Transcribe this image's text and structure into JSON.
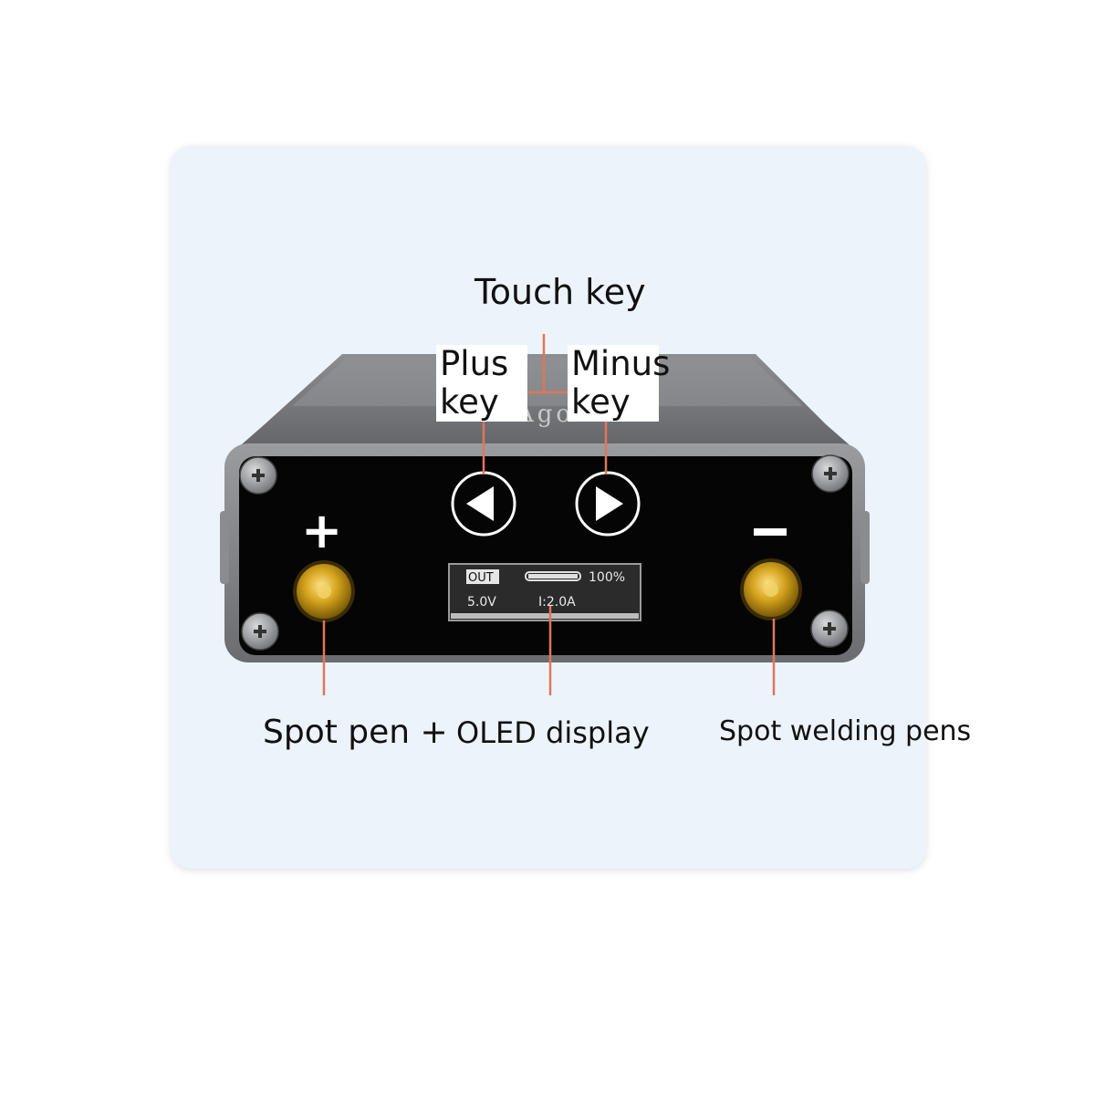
{
  "labels": {
    "touch_key": "Touch key",
    "plus_key": "Plus key",
    "minus_key": "Minus key",
    "spot_pen_plus": "Spot pen +",
    "oled_display": "OLED display",
    "spot_welding_pens": "Spot welding pens"
  },
  "device": {
    "brand": "Agok",
    "plus_symbol": "+",
    "minus_symbol": "−"
  },
  "oled": {
    "out": "OUT",
    "percent": "100%",
    "voltage": "5.0V",
    "current": "I:2.0A",
    "charge_level": 1.0
  },
  "colors": {
    "card_bg": "#edf3fb",
    "leader_line": "#e0765a",
    "panel": "#050505",
    "housing": "#7d7f82",
    "terminal_gold": "#d4a21c"
  },
  "icons": {
    "left_key": "triangle-left-icon",
    "right_key": "triangle-right-icon",
    "screw": "screw-icon"
  }
}
